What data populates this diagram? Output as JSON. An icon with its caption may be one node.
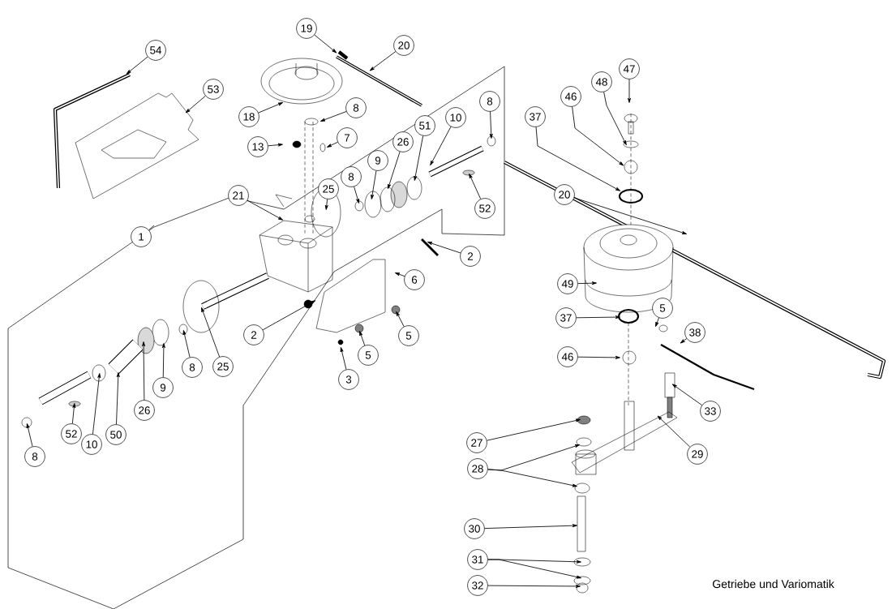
{
  "diagram": {
    "nodes": [
      {
        "text": [
          "19"
        ]
      },
      {
        "text": [
          "20"
        ]
      },
      {
        "text": [
          "54"
        ]
      },
      {
        "text": [
          "53"
        ]
      },
      {
        "text": [
          "18"
        ]
      },
      {
        "text": [
          "8"
        ]
      },
      {
        "text": [
          "13"
        ]
      },
      {
        "text": [
          "7"
        ]
      },
      {
        "text": [
          "8"
        ]
      },
      {
        "text": [
          "10"
        ]
      },
      {
        "text": [
          "51"
        ]
      },
      {
        "text": [
          "26"
        ]
      },
      {
        "text": [
          "9"
        ]
      },
      {
        "text": [
          "8"
        ]
      },
      {
        "text": [
          "25"
        ]
      },
      {
        "text": [
          "21"
        ]
      },
      {
        "text": [
          "52"
        ]
      },
      {
        "text": [
          "1"
        ]
      },
      {
        "text": [
          "2"
        ]
      },
      {
        "text": [
          "6"
        ]
      },
      {
        "text": [
          "2"
        ]
      },
      {
        "text": [
          "5"
        ]
      },
      {
        "text": [
          "5"
        ]
      },
      {
        "text": [
          "3"
        ]
      },
      {
        "text": [
          "25"
        ]
      },
      {
        "text": [
          "8"
        ]
      },
      {
        "text": [
          "9"
        ]
      },
      {
        "text": [
          "26"
        ]
      },
      {
        "text": [
          "50"
        ]
      },
      {
        "text": [
          "10"
        ]
      },
      {
        "text": [
          "52"
        ]
      },
      {
        "text": [
          "8"
        ]
      },
      {
        "text": [
          "47"
        ]
      },
      {
        "text": [
          "48"
        ]
      },
      {
        "text": [
          "46"
        ]
      },
      {
        "text": [
          "37"
        ]
      },
      {
        "text": [
          "20"
        ]
      },
      {
        "text": [
          "49"
        ]
      },
      {
        "text": [
          "37"
        ]
      },
      {
        "text": [
          "5"
        ]
      },
      {
        "text": [
          "38"
        ]
      },
      {
        "text": [
          "46"
        ]
      },
      {
        "text": [
          "33"
        ]
      },
      {
        "text": [
          "27"
        ]
      },
      {
        "text": [
          "28"
        ]
      },
      {
        "text": [
          "29"
        ]
      },
      {
        "text": [
          "30"
        ]
      },
      {
        "text": [
          "31"
        ]
      },
      {
        "text": [
          "32"
        ]
      }
    ],
    "edges": [
      {
        "from": 0,
        "to": null,
        "arrow": "to"
      },
      {
        "from": 1,
        "to": null,
        "arrow": "to"
      },
      {
        "from": 2,
        "to": null,
        "arrow": "to"
      },
      {
        "from": 3,
        "to": null,
        "arrow": "to"
      },
      {
        "from": 4,
        "to": null,
        "arrow": "to"
      },
      {
        "from": 5,
        "to": null,
        "arrow": "to"
      },
      {
        "from": 6,
        "to": null,
        "arrow": "to"
      },
      {
        "from": 7,
        "to": null,
        "arrow": "to"
      },
      {
        "from": 8,
        "to": null,
        "arrow": "to"
      },
      {
        "from": 9,
        "to": null,
        "arrow": "to"
      },
      {
        "from": 10,
        "to": null,
        "arrow": "to"
      },
      {
        "from": 11,
        "to": null,
        "arrow": "to"
      },
      {
        "from": 12,
        "to": null,
        "arrow": "to"
      },
      {
        "from": 13,
        "to": null,
        "arrow": "to"
      },
      {
        "from": 14,
        "to": null,
        "arrow": "to"
      },
      {
        "from": 15,
        "to": null,
        "arrow": "to"
      },
      {
        "from": 16,
        "to": null,
        "arrow": "to"
      },
      {
        "from": 17,
        "to": null,
        "arrow": "none"
      },
      {
        "from": 18,
        "to": null,
        "arrow": "to"
      },
      {
        "from": 19,
        "to": null,
        "arrow": "to"
      },
      {
        "from": 20,
        "to": null,
        "arrow": "to"
      },
      {
        "from": 21,
        "to": null,
        "arrow": "to"
      },
      {
        "from": 22,
        "to": null,
        "arrow": "to"
      },
      {
        "from": 23,
        "to": null,
        "arrow": "to"
      },
      {
        "from": 24,
        "to": null,
        "arrow": "to"
      },
      {
        "from": 25,
        "to": null,
        "arrow": "to"
      },
      {
        "from": 26,
        "to": null,
        "arrow": "to"
      },
      {
        "from": 27,
        "to": null,
        "arrow": "to"
      },
      {
        "from": 28,
        "to": null,
        "arrow": "to"
      },
      {
        "from": 29,
        "to": null,
        "arrow": "to"
      },
      {
        "from": 30,
        "to": null,
        "arrow": "to"
      },
      {
        "from": 31,
        "to": null,
        "arrow": "to"
      },
      {
        "from": 32,
        "to": null,
        "arrow": "to"
      },
      {
        "from": 33,
        "to": null,
        "arrow": "to"
      },
      {
        "from": 34,
        "to": null,
        "arrow": "to"
      },
      {
        "from": 35,
        "to": null,
        "arrow": "to"
      },
      {
        "from": 36,
        "to": null,
        "arrow": "to"
      },
      {
        "from": 37,
        "to": null,
        "arrow": "to"
      },
      {
        "from": 38,
        "to": null,
        "arrow": "to"
      },
      {
        "from": 39,
        "to": null,
        "arrow": "to"
      },
      {
        "from": 40,
        "to": null,
        "arrow": "to"
      },
      {
        "from": 41,
        "to": null,
        "arrow": "to"
      },
      {
        "from": 42,
        "to": null,
        "arrow": "to"
      },
      {
        "from": 43,
        "to": null,
        "arrow": "to"
      },
      {
        "from": 44,
        "to": null,
        "arrow": "to"
      },
      {
        "from": 44,
        "to": null,
        "arrow": "to"
      },
      {
        "from": 45,
        "to": null,
        "arrow": "to"
      },
      {
        "from": 46,
        "to": null,
        "arrow": "to"
      },
      {
        "from": 47,
        "to": null,
        "arrow": "to"
      },
      {
        "from": 47,
        "to": null,
        "arrow": "to"
      },
      {
        "from": 48,
        "to": null,
        "arrow": "to"
      }
    ],
    "labels": [
      "Getriebe und Variomatik"
    ]
  }
}
